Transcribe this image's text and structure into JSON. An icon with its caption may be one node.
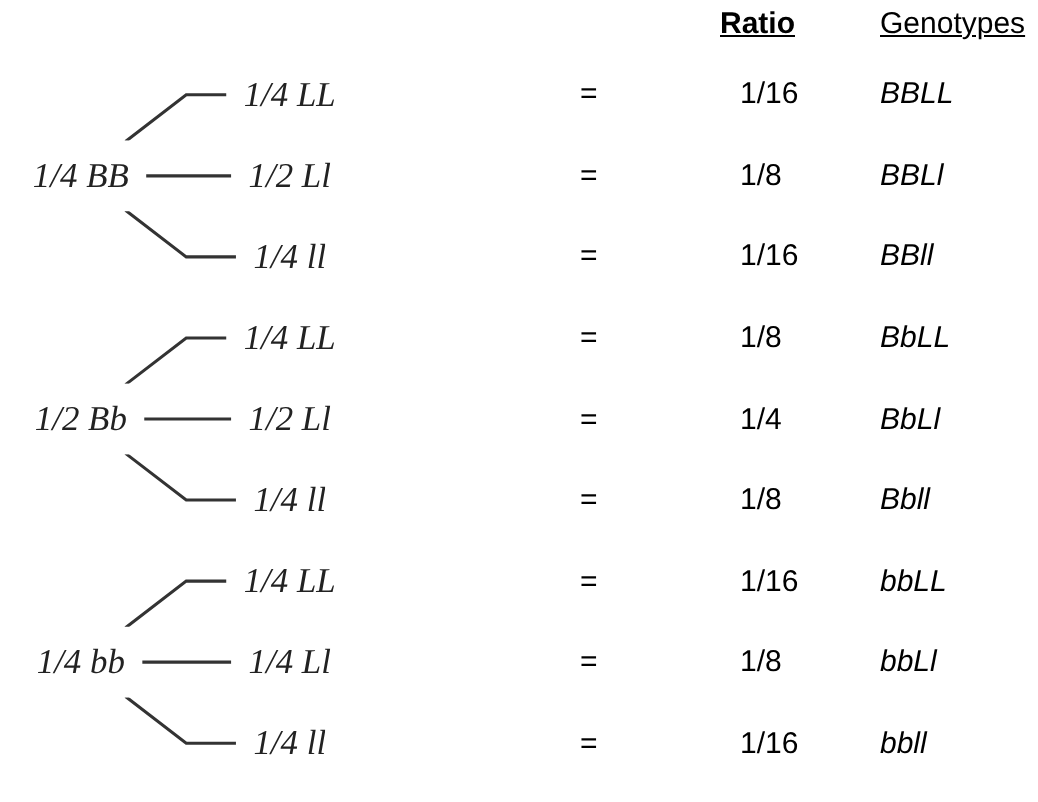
{
  "diagram": {
    "nodes": [
      {
        "text": [
          "1/4 BB"
        ]
      },
      {
        "text": [
          "1/4 LL"
        ]
      },
      {
        "text": [
          "1/2 Ll"
        ]
      },
      {
        "text": [
          "1/4 ll"
        ]
      },
      {
        "text": [
          "1/2 Bb"
        ]
      },
      {
        "text": [
          "1/4 LL"
        ]
      },
      {
        "text": [
          "1/2 Ll"
        ]
      },
      {
        "text": [
          "1/4 ll"
        ]
      },
      {
        "text": [
          "1/4 bb"
        ]
      },
      {
        "text": [
          "1/4 LL"
        ]
      },
      {
        "text": [
          "1/4 Ll"
        ]
      },
      {
        "text": [
          "1/4 ll"
        ]
      }
    ],
    "edges": [
      {
        "from": 0,
        "to": 1,
        "arrow": "none"
      },
      {
        "from": 0,
        "to": 2,
        "arrow": "none"
      },
      {
        "from": 0,
        "to": 3,
        "arrow": "none"
      },
      {
        "from": 4,
        "to": 5,
        "arrow": "none"
      },
      {
        "from": 4,
        "to": 6,
        "arrow": "none"
      },
      {
        "from": 4,
        "to": 7,
        "arrow": "none"
      },
      {
        "from": 8,
        "to": 9,
        "arrow": "none"
      },
      {
        "from": 8,
        "to": 10,
        "arrow": "none"
      },
      {
        "from": 8,
        "to": 11,
        "arrow": "none"
      }
    ],
    "labels": [
      "Ratio",
      "Genotypes",
      "=",
      "1/16",
      "BBLL",
      "=",
      "1/8",
      "BBLl",
      "=",
      "1/16",
      "BBll",
      "=",
      "1/8",
      "BbLL",
      "=",
      "1/4",
      "BbLl",
      "=",
      "1/8",
      "Bbll",
      "=",
      "1/16",
      "bbLL",
      "=",
      "1/8",
      "bbLl",
      "=",
      "1/16",
      "bbll"
    ]
  }
}
